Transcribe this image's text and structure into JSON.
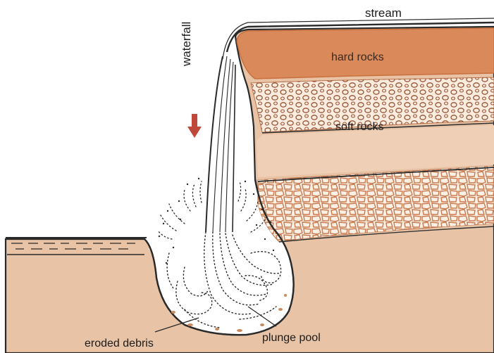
{
  "labels": {
    "stream": "stream",
    "hard_rocks": "hard rocks",
    "soft_rocks": "soft rocks",
    "waterfall": "waterfall",
    "eroded_debris": "eroded debris",
    "plunge_pool": "plunge pool"
  },
  "colors": {
    "ground": "#e8c3a5",
    "ground_edge": "#d9aa86",
    "hard_rock": "#d9895a",
    "hard_rock_dark": "#c9703f",
    "pebble_fill": "#fbece0",
    "pebble_stroke": "#9a5130",
    "cobble_fill": "#fcefe4",
    "cobble_stroke": "#c97b4f",
    "arrow": "#c0483a",
    "water_line": "#2a2a2a"
  }
}
